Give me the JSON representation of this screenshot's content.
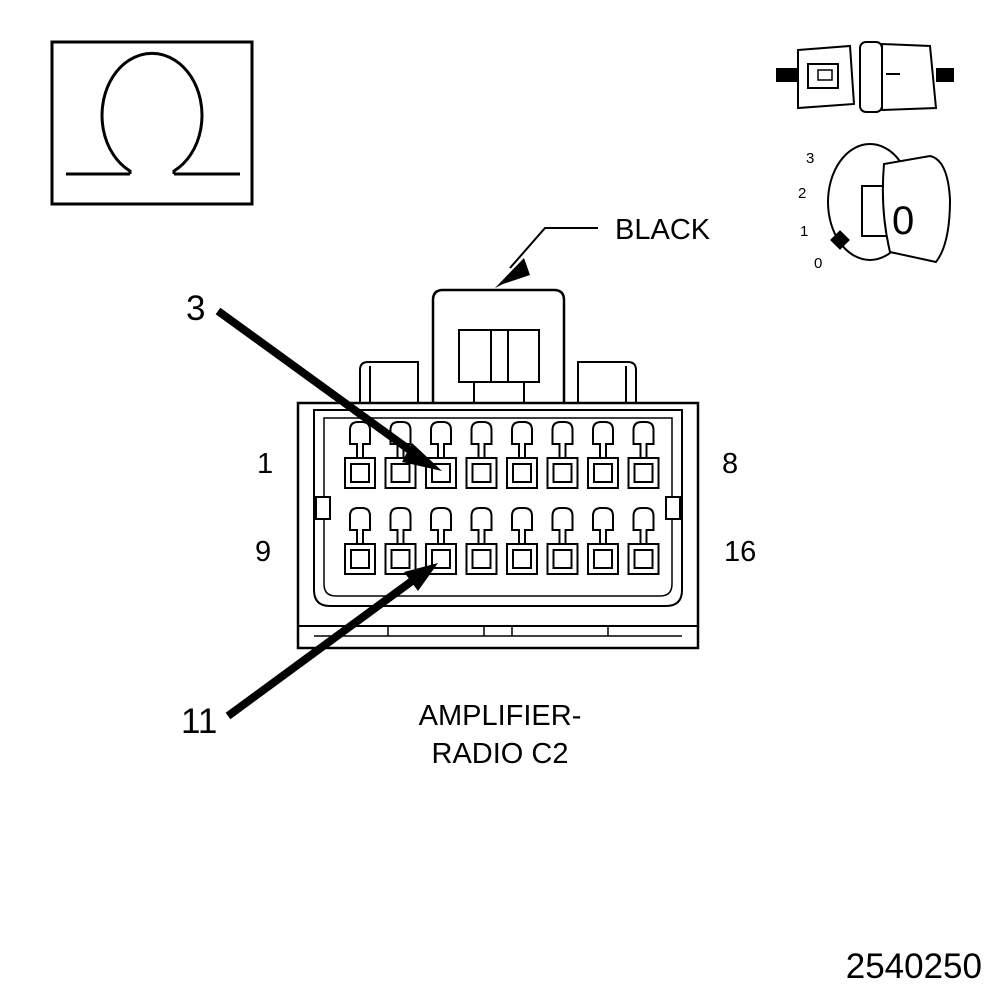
{
  "callouts": {
    "color_label": "BLACK",
    "pin_top_left": "1",
    "pin_top_right": "8",
    "pin_bottom_left": "9",
    "pin_bottom_right": "16",
    "arrow_pin_a": "3",
    "arrow_pin_b": "11"
  },
  "caption": {
    "line1": "AMPLIFIER-",
    "line2": "RADIO C2"
  },
  "ignition_switch": {
    "positions": [
      "3",
      "2",
      "1",
      "0"
    ],
    "key_position": "0"
  },
  "figure_number": "2540250",
  "icons": {
    "meter": "ohmmeter-omega-icon",
    "connector": "disconnected-connector-icon",
    "key": "ignition-key-off-icon"
  },
  "connector": {
    "rows": 2,
    "pins_per_row": 8
  }
}
